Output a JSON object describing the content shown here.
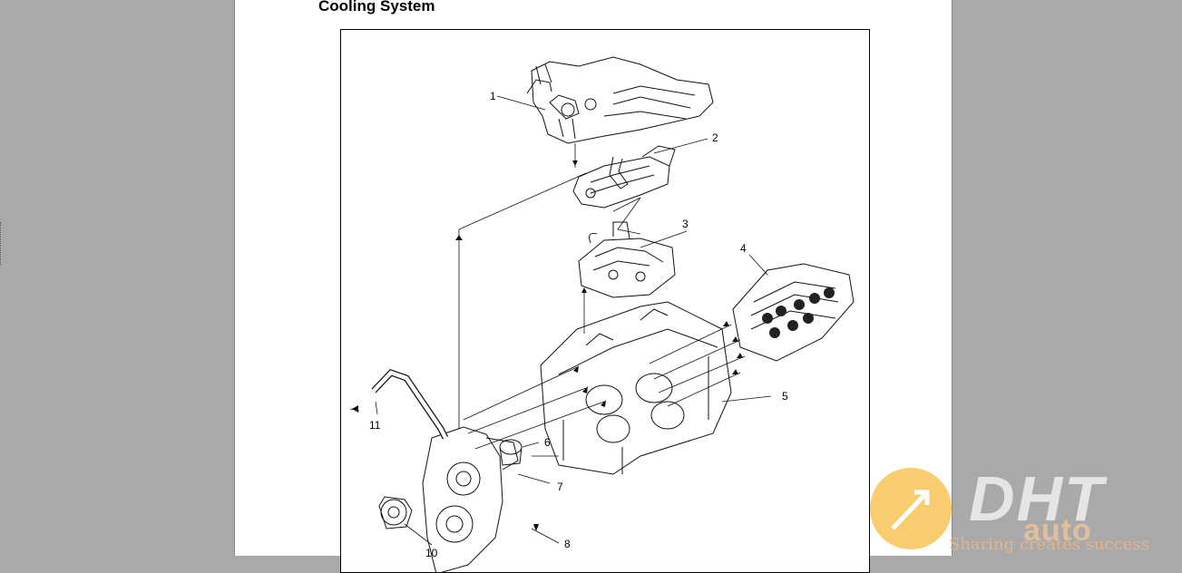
{
  "document": {
    "section_title": "Cooling System"
  },
  "figure": {
    "callouts": [
      {
        "id": "c1",
        "label": "1"
      },
      {
        "id": "c2",
        "label": "2"
      },
      {
        "id": "c3",
        "label": "3"
      },
      {
        "id": "c4",
        "label": "4"
      },
      {
        "id": "c5",
        "label": "5"
      },
      {
        "id": "c6",
        "label": "6"
      },
      {
        "id": "c7",
        "label": "7"
      },
      {
        "id": "c8",
        "label": "8"
      },
      {
        "id": "c10",
        "label": "10"
      },
      {
        "id": "c11",
        "label": "11"
      }
    ]
  },
  "watermark": {
    "brand": "DHT",
    "brand_accent": "auto",
    "slogan": "Sharing creates success",
    "colors": {
      "orange": "#f7b733",
      "green": "#8cc63f"
    }
  }
}
